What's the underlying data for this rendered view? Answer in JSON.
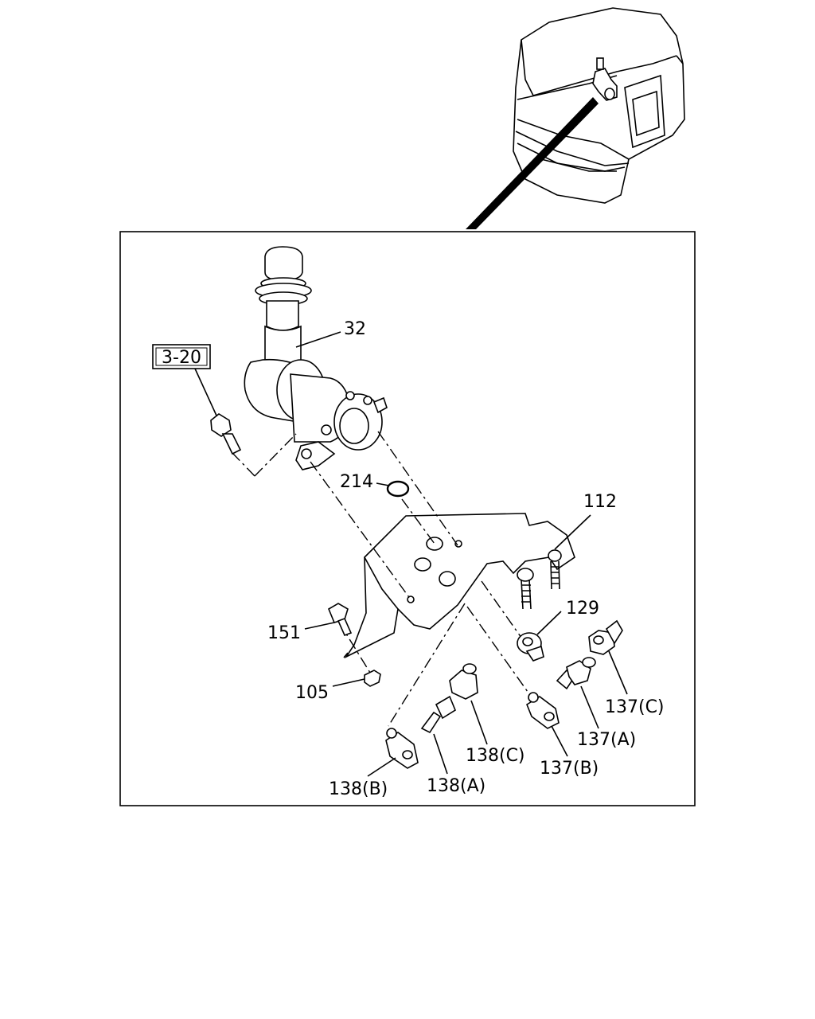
{
  "reference_box": {
    "text": "3-20"
  },
  "parts": {
    "p32": "32",
    "p214": "214",
    "p112": "112",
    "p129": "129",
    "p151": "151",
    "p105": "105",
    "p137c": "137(C)",
    "p137a": "137(A)",
    "p137b": "137(B)",
    "p138c": "138(C)",
    "p138a": "138(A)",
    "p138b": "138(B)"
  }
}
